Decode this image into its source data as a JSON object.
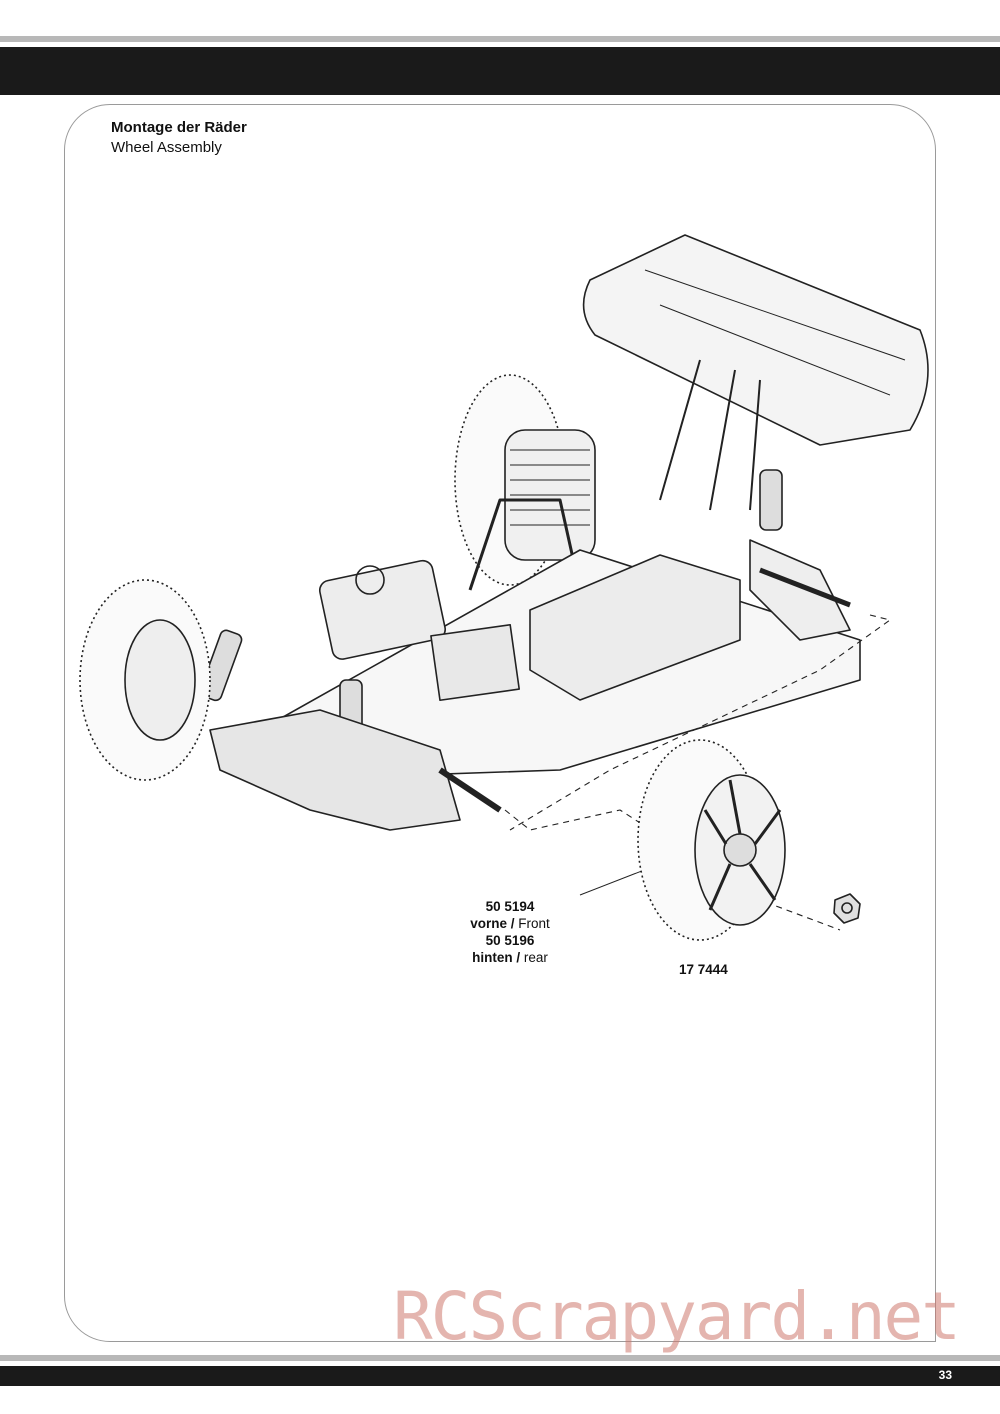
{
  "section": {
    "title_de": "Montage der Räder",
    "title_en": "Wheel Assembly"
  },
  "parts": {
    "front_number": "50 5194",
    "front_de": "vorne /",
    "front_en": "Front",
    "rear_number": "50 5196",
    "rear_de": "hinten /",
    "rear_en": "rear",
    "nut_number": "17 7444"
  },
  "watermark": "RCScrapyard.net",
  "page_number": "33"
}
